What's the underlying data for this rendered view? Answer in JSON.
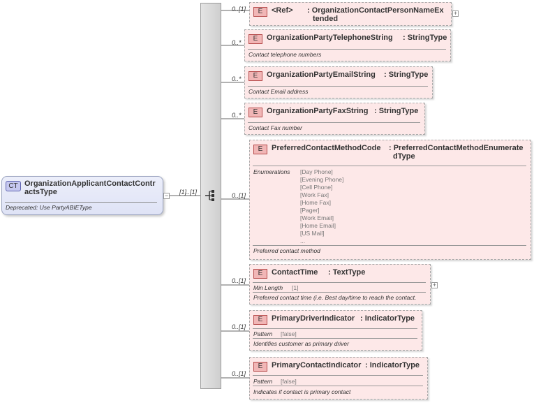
{
  "complex_type": {
    "badge": "CT",
    "name": "OrganizationApplicantContactContractsType",
    "name_line1": "OrganizationApplicantContactContr",
    "name_line2": "actsType",
    "doc": "Deprecated: Use PartyABIEType"
  },
  "sequence": {
    "cardinality": "[1]..[1]"
  },
  "elements": [
    {
      "cardinality": "0..[1]",
      "badge": "E",
      "ref": "<Ref>",
      "type": ": OrganizationContactPersonNameExtended",
      "type_line1": ": OrganizationContactPersonNameEx",
      "type_line2": "tended"
    },
    {
      "cardinality": "0..*",
      "badge": "E",
      "name": "OrganizationPartyTelephoneString",
      "type": ": StringType",
      "doc": "Contact telephone numbers"
    },
    {
      "cardinality": "0..*",
      "badge": "E",
      "name": "OrganizationPartyEmailString",
      "type": ": StringType",
      "doc": "Contact Email address"
    },
    {
      "cardinality": "0..*",
      "badge": "E",
      "name": "OrganizationPartyFaxString",
      "type": ": StringType",
      "doc": "Contact Fax number"
    },
    {
      "cardinality": "0..[1]",
      "badge": "E",
      "name": "PreferredContactMethodCode",
      "type": ": PreferredContactMethodEnumeratedType",
      "type_line1": ": PreferredContactMethodEnumerate",
      "type_line2": "dType",
      "facet_label": "Enumerations",
      "enumerations": [
        "[Day Phone]",
        "[Evening Phone]",
        "[Cell Phone]",
        "[Work Fax]",
        "[Home Fax]",
        "[Pager]",
        "[Work Email]",
        "[Home Email]",
        "[US Mail]",
        "..."
      ],
      "doc": "Preferred contact method"
    },
    {
      "cardinality": "0..[1]",
      "badge": "E",
      "name": "ContactTime",
      "type": ": TextType",
      "facet_label": "Min Length",
      "facet_value": "[1]",
      "doc": "Preferred contact time (i.e. Best day/time to reach the contact."
    },
    {
      "cardinality": "0..[1]",
      "badge": "E",
      "name": "PrimaryDriverIndicator",
      "type": ": IndicatorType",
      "facet_label": "Pattern",
      "facet_value": "[false]",
      "doc": "Identifies customer as primary driver"
    },
    {
      "cardinality": "0..[1]",
      "badge": "E",
      "name": "PrimaryContactIndicator",
      "type": ": IndicatorType",
      "facet_label": "Pattern",
      "facet_value": "[false]",
      "doc": "Indicates if contact is primary contact"
    }
  ]
}
